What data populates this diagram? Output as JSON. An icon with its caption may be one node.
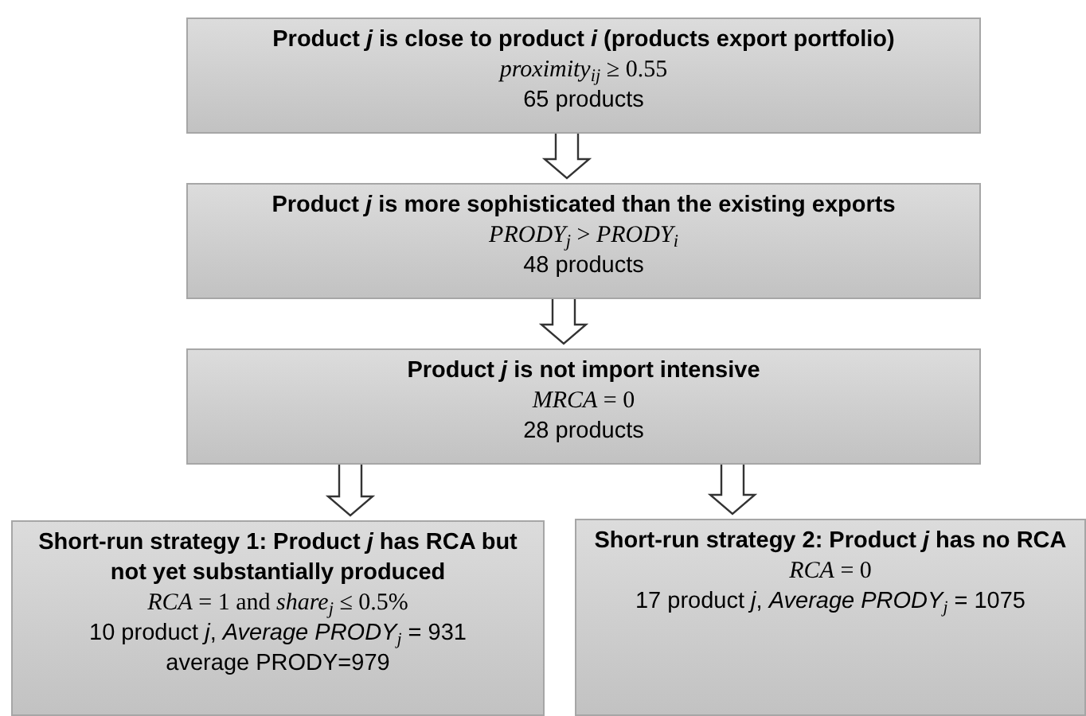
{
  "diagram": {
    "nodes": [
      {
        "text": [
          "Product *j* is close to product *i* (products export portfolio)",
          "*proximity*$_{ij}$ ≥ 0.55",
          "65 products"
        ]
      },
      {
        "text": [
          "Product *j* is more sophisticated than the existing exports",
          "*PRODY*$_{j}$ > *PRODY*$_{i}$",
          "48 products"
        ]
      },
      {
        "text": [
          "Product *j* is not import intensive",
          "*MRCA* = 0",
          "28 products"
        ]
      },
      {
        "text": [
          "Short-run strategy 1: Product *j* has RCA but not yet substantially produced",
          "*RCA* = 1 and *share*$_{j}$ ≤ 0.5%",
          "10 product *j*, *Average PRODY*$_{j}$ = 931",
          "average PRODY=979"
        ]
      },
      {
        "text": [
          "Short-run strategy 2: Product *j* has no RCA",
          "*RCA* = 0",
          "17 product *j*, *Average PRODY*$_{j}$ = 1075"
        ]
      }
    ],
    "edges": [
      {
        "from": 0,
        "to": 1,
        "arrow": "to"
      },
      {
        "from": 1,
        "to": 2,
        "arrow": "to"
      },
      {
        "from": 2,
        "to": 3,
        "arrow": "to"
      },
      {
        "from": 2,
        "to": 4,
        "arrow": "to"
      }
    ]
  }
}
